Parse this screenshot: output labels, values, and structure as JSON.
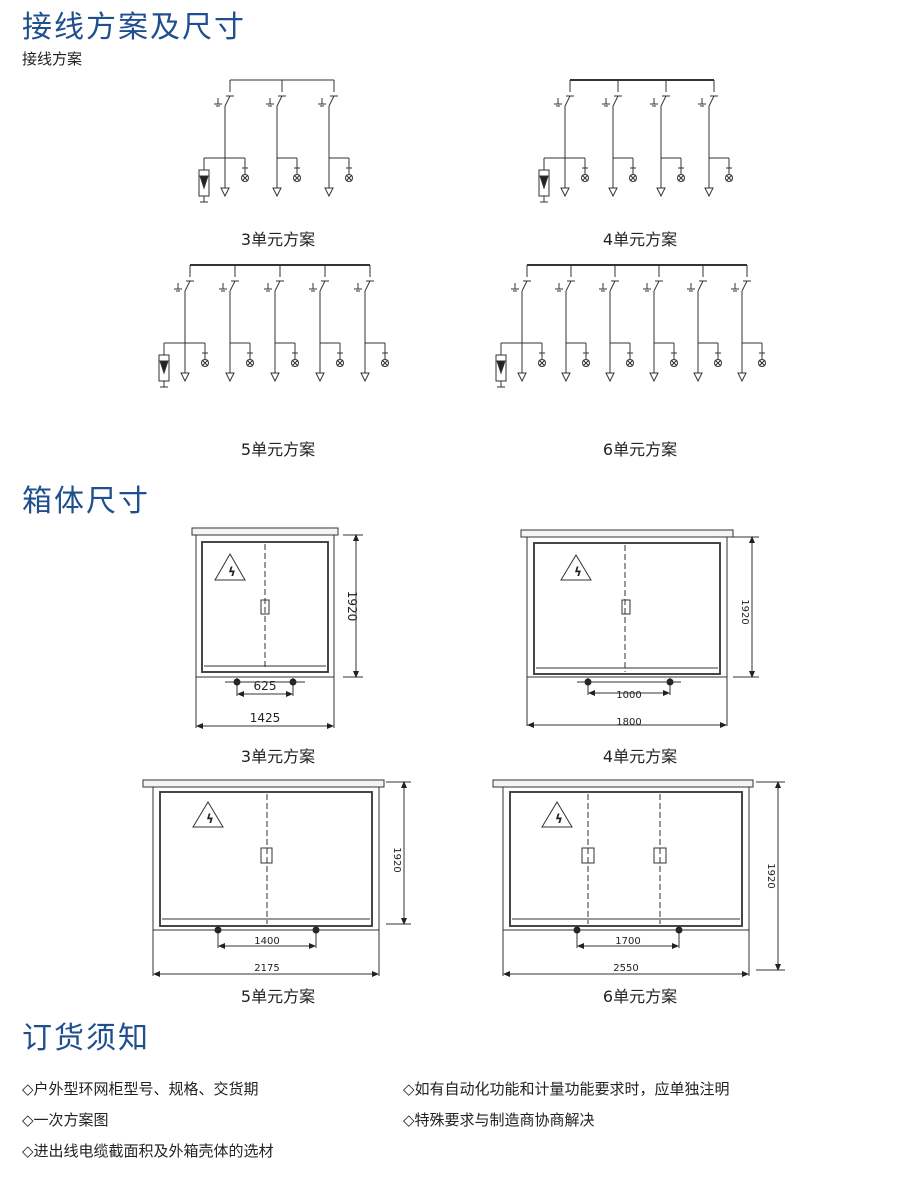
{
  "headings": {
    "wiring": "接线方案及尺寸",
    "wiring_sub": "接线方案",
    "cabinet": "箱体尺寸",
    "order": "订货须知"
  },
  "schemes": [
    {
      "caption": "3单元方案",
      "units": 3
    },
    {
      "caption": "4单元方案",
      "units": 4
    },
    {
      "caption": "5单元方案",
      "units": 5
    },
    {
      "caption": "6单元方案",
      "units": 6
    }
  ],
  "cabinets": [
    {
      "caption": "3单元方案",
      "height": "1920",
      "inner": "625",
      "width": "1425",
      "doors": 2,
      "handles": 1
    },
    {
      "caption": "4单元方案",
      "height": "1920",
      "inner": "1000",
      "width": "1800",
      "doors": 2,
      "handles": 1
    },
    {
      "caption": "5单元方案",
      "height": "1920",
      "inner": "1400",
      "width": "2175",
      "doors": 2,
      "handles": 1
    },
    {
      "caption": "6单元方案",
      "height": "1920",
      "inner": "1700",
      "width": "2550",
      "doors": 3,
      "handles": 2
    }
  ],
  "notes": [
    "◇户外型环网柜型号、规格、交货期",
    "◇一次方案图",
    "◇进出线电缆截面积及外箱壳体的选材",
    "◇如有自动化功能和计量功能要求时，应单独注明",
    "◇特殊要求与制造商协商解决"
  ]
}
